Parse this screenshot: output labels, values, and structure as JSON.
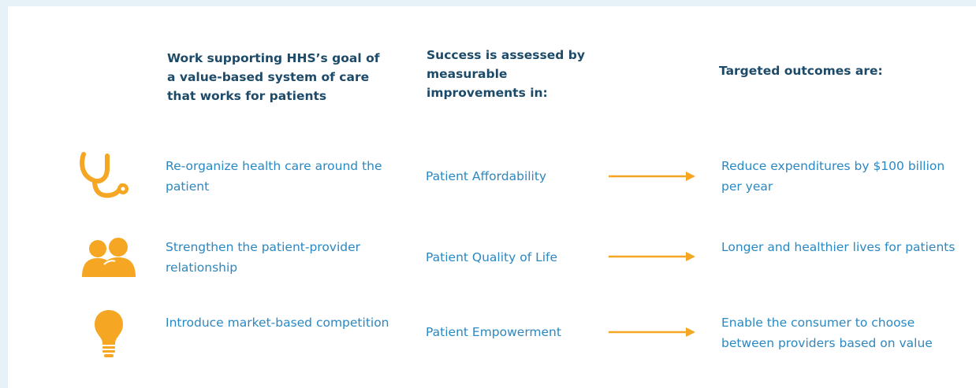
{
  "headers": {
    "goal": "Work supporting HHS’s goal of a value-based system of care that works for patients",
    "metric": "Success is assessed by measurable improvements in:",
    "outcome": "Targeted outcomes are:"
  },
  "rows": [
    {
      "icon": "stethoscope-icon",
      "goal": "Re-organize health care around the patient",
      "metric": "Patient Affordability",
      "outcome": "Reduce expenditures by $100 billion per year"
    },
    {
      "icon": "people-icon",
      "goal": "Strengthen the patient-provider relationship",
      "metric": "Patient Quality of Life",
      "outcome": "Longer and healthier lives for patients"
    },
    {
      "icon": "lightbulb-icon",
      "goal": "Introduce market-based competition",
      "metric": "Patient Empowerment",
      "outcome": "Enable the consumer to choose between providers based on value"
    }
  ],
  "colors": {
    "background": "#e6f1f8",
    "panel": "#ffffff",
    "header_text": "#1c4a68",
    "body_text": "#2a88c2",
    "accent_orange": "#f5a623"
  }
}
